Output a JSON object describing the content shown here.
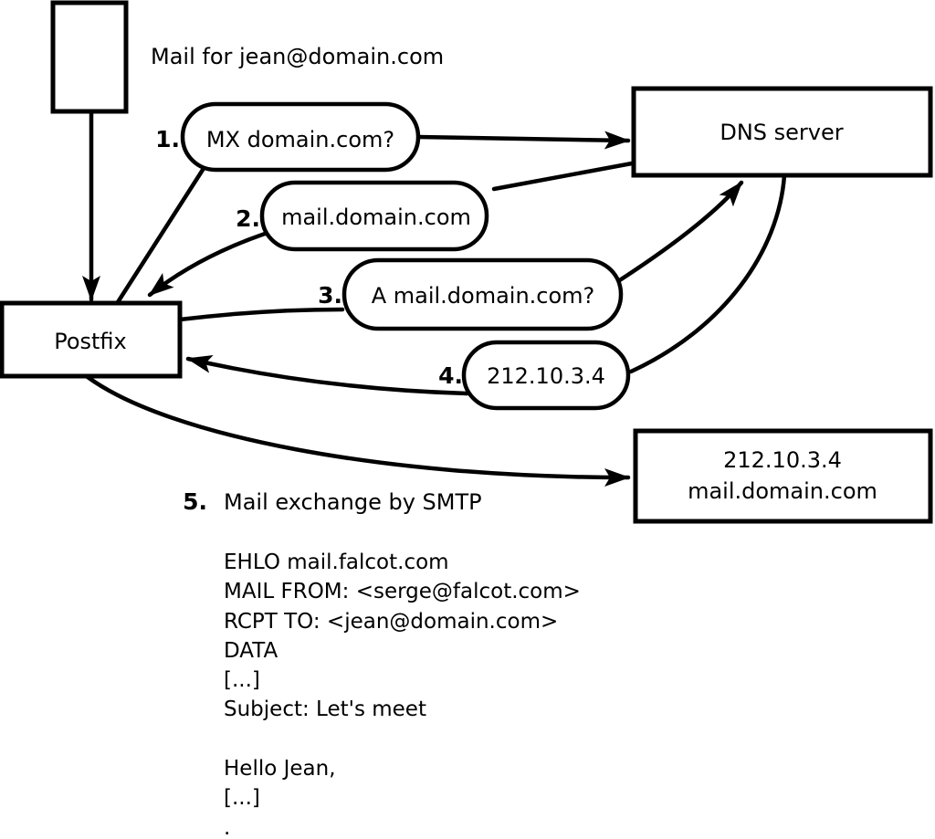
{
  "diagram": {
    "incoming_mail_label": "Mail for jean@domain.com",
    "nodes": {
      "postfix": {
        "label": "Postfix"
      },
      "dns_server": {
        "label": "DNS server"
      },
      "destination_server": {
        "line1": "212.10.3.4",
        "line2": "mail.domain.com"
      }
    },
    "steps": [
      {
        "num": "1.",
        "label": "MX domain.com?"
      },
      {
        "num": "2.",
        "label": "mail.domain.com"
      },
      {
        "num": "3.",
        "label": "A mail.domain.com?"
      },
      {
        "num": "4.",
        "label": "212.10.3.4"
      },
      {
        "num": "5.",
        "label": "Mail exchange by SMTP"
      }
    ],
    "smtp_session": "EHLO mail.falcot.com\nMAIL FROM: <serge@falcot.com>\nRCPT TO: <jean@domain.com>\nDATA\n[...]\nSubject: Let's meet\n\nHello Jean,\n[...]\n.",
    "colors": {
      "ink": "#000000",
      "background": "#ffffff"
    }
  }
}
